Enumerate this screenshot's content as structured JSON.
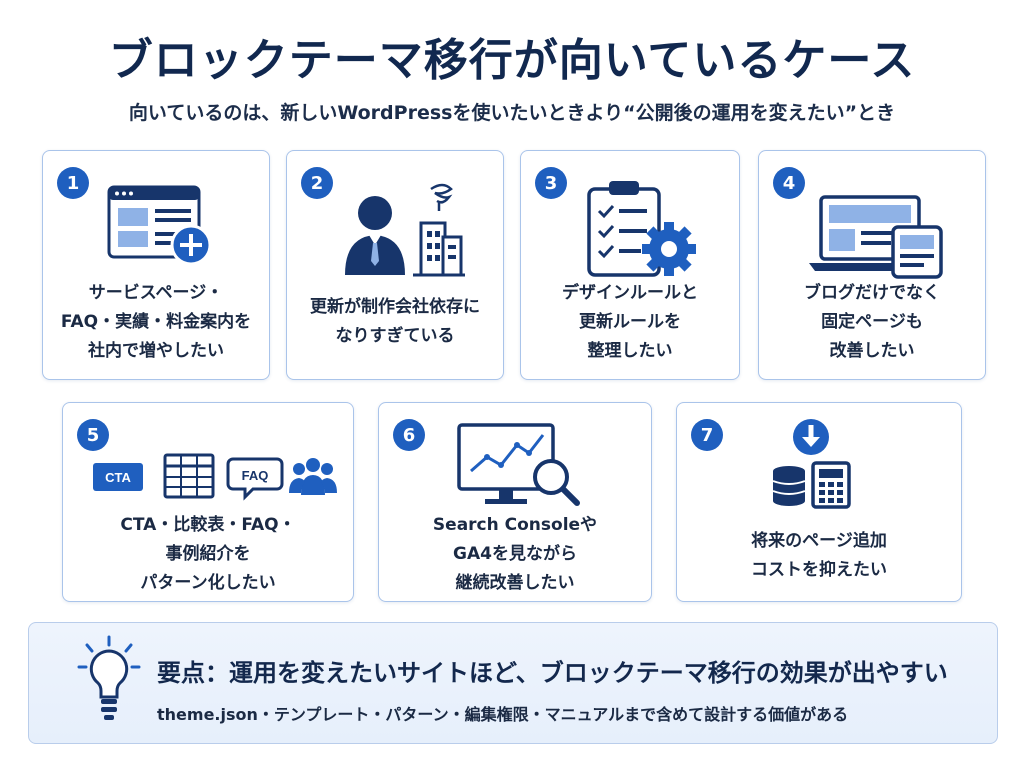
{
  "header": {
    "title": "ブロックテーマ移行が向いているケース",
    "subtitle": "向いているのは、新しいWordPressを使いたいときより“公開後の運用を変えたい”とき"
  },
  "colors": {
    "accent_blue": "#1f5fbf",
    "navy": "#17356b",
    "card_border": "#aac4ea",
    "summary_bg": "#e9f1fc"
  },
  "cards": [
    {
      "number": "1",
      "icon": "webpage-add-icon",
      "lines": [
        "サービスページ・",
        "FAQ・実績・料金案内を",
        "社内で増やしたい"
      ]
    },
    {
      "number": "2",
      "icon": "person-building-icon",
      "lines": [
        "更新が制作会社依存に",
        "なりすぎている"
      ]
    },
    {
      "number": "3",
      "icon": "checklist-gear-icon",
      "lines": [
        "デザインルールと",
        "更新ルールを",
        "整理したい"
      ]
    },
    {
      "number": "4",
      "icon": "laptop-tablet-icon",
      "lines": [
        "ブログだけでなく",
        "固定ページも",
        "改善したい"
      ]
    },
    {
      "number": "5",
      "icon": "cta-table-faq-users-icon",
      "cta_label": "CTA",
      "faq_label": "FAQ",
      "lines": [
        "CTA・比較表・FAQ・",
        "事例紹介を",
        "パターン化したい"
      ]
    },
    {
      "number": "6",
      "icon": "analytics-monitor-icon",
      "lines": [
        "Search Consoleや",
        "GA4を見ながら",
        "継続改善したい"
      ]
    },
    {
      "number": "7",
      "icon": "coins-calculator-icon",
      "lines": [
        "将来のページ追加",
        "コストを抑えたい"
      ]
    }
  ],
  "summary": {
    "icon": "lightbulb-icon",
    "title": "要点：運用を変えたいサイトほど、ブロックテーマ移行の効果が出やすい",
    "subtitle": "theme.json・テンプレート・パターン・編集権限・マニュアルまで含めて設計する価値がある"
  }
}
